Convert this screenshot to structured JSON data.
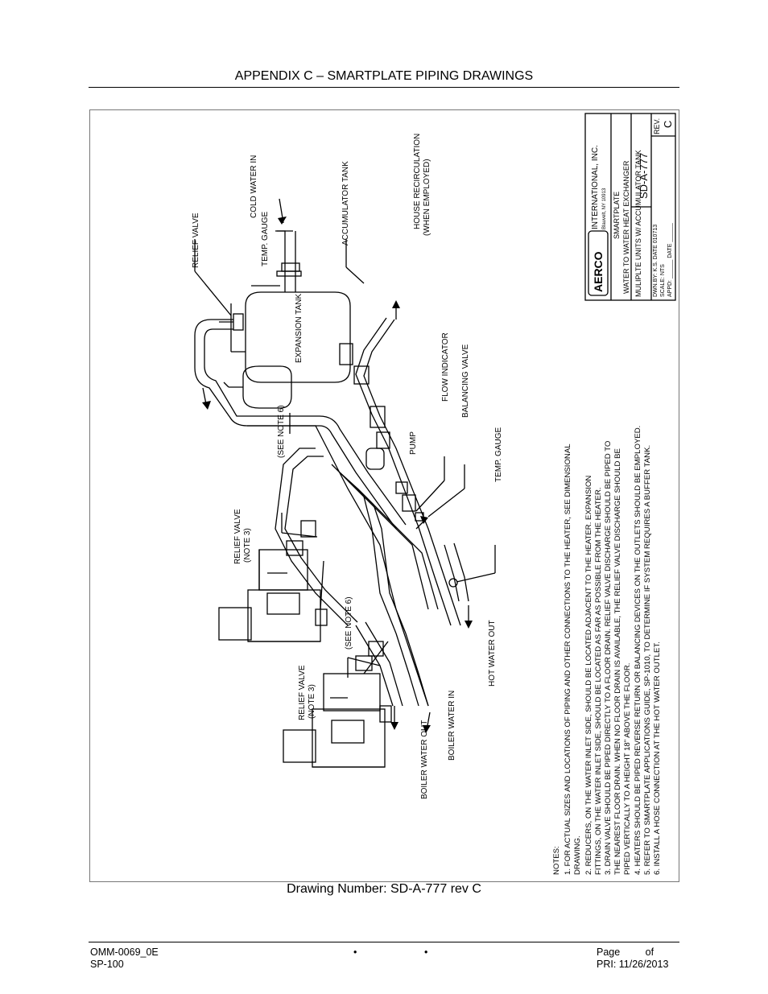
{
  "header": {
    "title": "APPENDIX C – SMARTPLATE PIPING DRAWINGS"
  },
  "drawing": {
    "labels": {
      "relief_valve": "RELIEF VALVE",
      "cold_water_in": "COLD WATER IN",
      "accumulator_tank": "ACCUMULATOR TANK",
      "temp_gauge_top": "TEMP. GAUGE",
      "house_recirculation": "HOUSE RECIRCULATION",
      "when_employed": "(WHEN EMPLOYED)",
      "expansion_tank": "EXPANSION TANK",
      "see_note_6_a": "(SEE NOTE 6)",
      "see_note_6_b": "(SEE NOTE 6)",
      "flow_indicator": "FLOW INDICATOR",
      "pump": "PUMP",
      "balancing_valve": "BALANCING VALVE",
      "temp_gauge_bottom": "TEMP. GAUGE",
      "relief_valve_note3_a": "RELIEF VALVE",
      "note3_a": "(NOTE 3)",
      "relief_valve_note3_b": "RELIEF VALVE",
      "note3_b": "(NOTE 3)",
      "hot_water_out": "HOT WATER OUT",
      "boiler_water_in": "BOILER WATER IN",
      "boiler_water_out": "BOILER WATER OUT"
    },
    "notes": {
      "heading": "NOTES:",
      "lines": [
        "1. FOR ACTUAL SIZES AND LOCATIONS OF PIPING AND OTHER CONNECTIONS TO THE HEATER, SEE DIMENSIONAL",
        "    DRAWING.",
        "2. REDUCERS, ON THE WATER INLET SIDE, SHOULD BE LOCATED ADJACENT TO THE HEATER. EXPANSION",
        "    FITTINGS, ON THE WATER INLET SIDE, SHOULD BE LOCATED AS FAR AS POSSIBLE FROM THE HEATER.",
        "3. DRAIN VALVE SHOULD BE PIPED DIRECTLY TO A FLOOR DRAIN. RELIEF VALVE DISCHARGE SHOULD BE PIPED TO",
        "    THE NEAREST FLOOR DRAIN. WHEN NO FLOOR DRAIN IS AVAILABLE, THE RELIEF VALVE DISCHARGE SHOULD BE",
        "    PIPED VERTICALLY TO A HEIGHT 18\" ABOVE THE FLOOR.",
        "4. HEATERS SHOULD BE PIPED REVERSE RETURN OR BALANCING DEVICES ON THE OUTLETS SHOULD BE EMPLOYED.",
        "5. REFER TO SMARTPLATE APPLICATIONS GUIDE, SP-1010, TO DETERMINE IF SYSTEM REQUIRES A BUFFER TANK.",
        "6. INSTALL A HOSE CONNECTION AT THE HOT WATER OUTLET."
      ]
    },
    "title_block": {
      "company": "INTERNATIONAL, INC.",
      "address": "Blauvelt, NY 10913",
      "logo_text": "AERCO",
      "product": "SMARTPLATE",
      "description_1": "WATER TO WATER HEAT EXCHANGER",
      "description_2": "MULIPLTE UNITS W/ ACCUMULATOR TANK",
      "dwn_by": "DWN.BY: K.S.   DATE 010713",
      "scale": "SCALE: NTS",
      "appd": "APPD: ______  DATE ______",
      "drawing_number": "SD-A-777",
      "rev_label": "REV.",
      "rev": "C"
    }
  },
  "caption": "Drawing Number: SD-A-777 rev C",
  "footer": {
    "doc_id": "OMM-0069_0E",
    "model": "SP-100",
    "bullet_1": "•",
    "bullet_2": "•",
    "page": "Page of",
    "pri": "PRI:  11/26/2013"
  }
}
